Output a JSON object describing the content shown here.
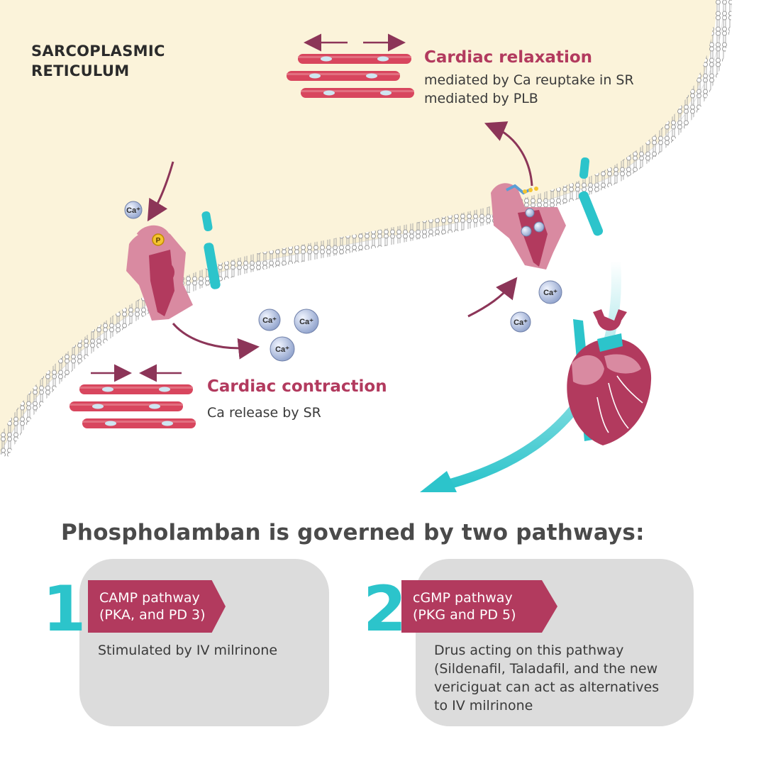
{
  "compartment_label": "SARCOPLASMIC\nRETICULUM",
  "relaxation": {
    "title": "Cardiac relaxation",
    "description": "mediated by Ca reuptake in SR mediated by PLB"
  },
  "contraction": {
    "title": "Cardiac contraction",
    "description": "Ca release by SR"
  },
  "phosphate_label": "P",
  "calcium_label": "Ca⁺",
  "heading": "Phospholamban is governed by two pathways:",
  "pathways": [
    {
      "number": "1",
      "title": "CAMP pathway\n(PKA, and PD 3)",
      "description": "Stimulated by IV milrinone"
    },
    {
      "number": "2",
      "title": "cGMP pathway\n(PKG and PD 5)",
      "description": "Drus acting on this pathway (Sildenafil, Taladafil, and the new vericiguat can act as alternatives to IV milrinone"
    }
  ],
  "colors": {
    "sr_fill": "#fbf3da",
    "magenta": "#b23a5e",
    "teal": "#2cc4cb",
    "pink": "#d98aa1",
    "membrane_gray": "#b9b9b9",
    "card_gray": "#dcdcdc"
  }
}
